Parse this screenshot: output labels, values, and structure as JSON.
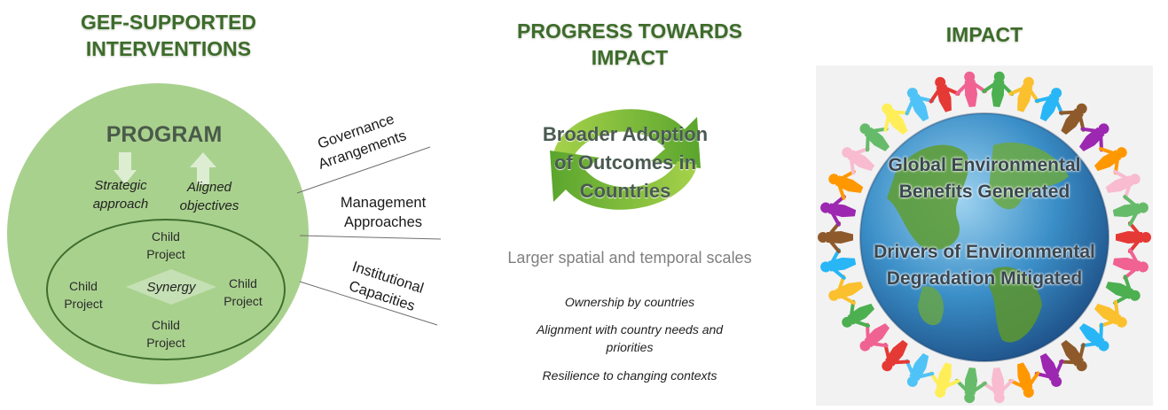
{
  "col1": {
    "heading_line1": "GEF-SUPPORTED",
    "heading_line2": "INTERVENTIONS",
    "program": "PROGRAM",
    "strategic_line1": "Strategic",
    "strategic_line2": "approach",
    "aligned_line1": "Aligned",
    "aligned_line2": "objectives",
    "child_top_1": "Child",
    "child_top_2": "Project",
    "child_left_1": "Child",
    "child_left_2": "Project",
    "child_right_1": "Child",
    "child_right_2": "Project",
    "child_bottom_1": "Child",
    "child_bottom_2": "Project",
    "synergy": "Synergy",
    "gov_line1": "Governance",
    "gov_line2": "Arrangements",
    "mgmt_line1": "Management",
    "mgmt_line2": "Approaches",
    "inst_line1": "Institutional",
    "inst_line2": "Capacities"
  },
  "col2": {
    "heading_line1": "PROGRESS TOWARDS",
    "heading_line2": "IMPACT",
    "adoption_line1": "Broader Adoption",
    "adoption_line2": "of Outcomes in",
    "adoption_line3": "Countries",
    "scales": "Larger spatial and temporal scales",
    "ownership": "Ownership by countries",
    "alignment_line1": "Alignment with country needs and",
    "alignment_line2": "priorities",
    "resilience": "Resilience to changing contexts"
  },
  "col3": {
    "heading": "IMPACT",
    "benefits_line1": "Global Environmental",
    "benefits_line2": "Benefits Generated",
    "drivers_line1": "Drivers of Environmental",
    "drivers_line2": "Degradation  Mitigated"
  },
  "colors": {
    "heading_green": "#3d6b2b",
    "circle_green": "#a9d18e",
    "arrow_light": "#e2efd9",
    "recycle_dark": "#5aa52e",
    "recycle_light": "#a6d24a"
  }
}
